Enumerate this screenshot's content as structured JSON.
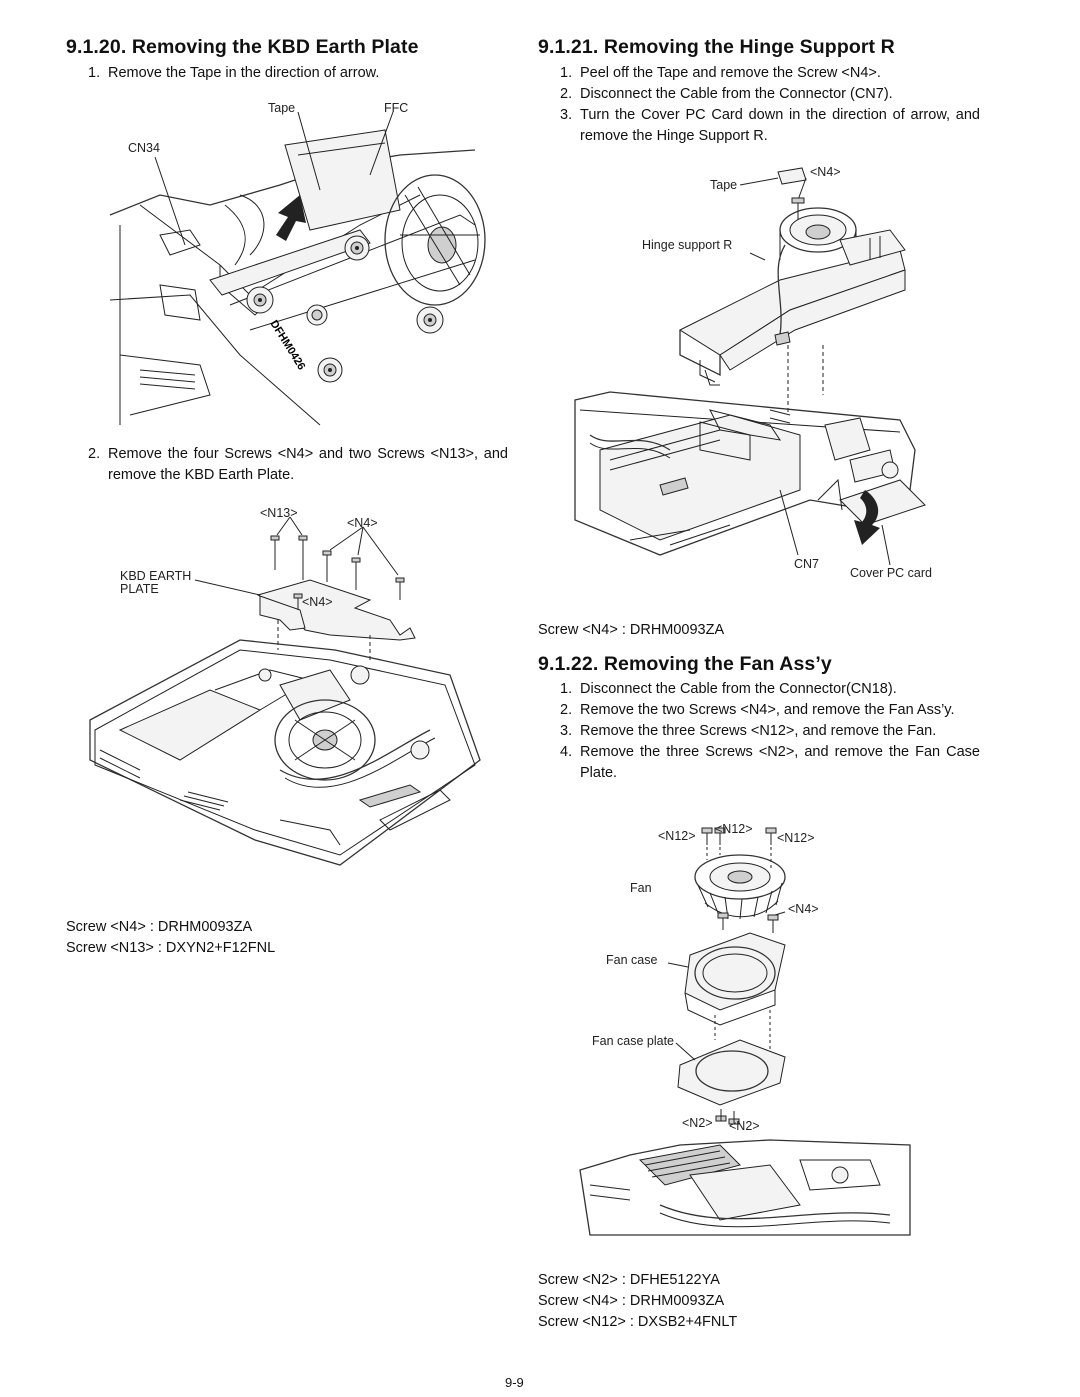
{
  "left": {
    "section1": {
      "title": "9.1.20.  Removing the KBD Earth Plate",
      "step1": {
        "num": "1.",
        "text": "Remove the Tape in the direction of arrow."
      },
      "fig1_labels": {
        "tape": "Tape",
        "ffc": "FFC",
        "cn34": "CN34",
        "part": "DFHM0426"
      },
      "step2": {
        "num": "2.",
        "text": "Remove the four Screws <N4> and two Screws <N13>, and remove the KBD Earth Plate."
      },
      "fig2_labels": {
        "n13": "<N13>",
        "n4_top": "<N4>",
        "kbd1": "KBD EARTH",
        "kbd2": "PLATE",
        "n4_mid": "<N4>"
      },
      "screws": [
        "Screw <N4> : DRHM0093ZA",
        "Screw <N13> : DXYN2+F12FNL"
      ]
    }
  },
  "right": {
    "section2": {
      "title": "9.1.21.  Removing the Hinge Support R",
      "steps": [
        {
          "num": "1.",
          "text": "Peel off the Tape and remove the Screw <N4>."
        },
        {
          "num": "2.",
          "text": "Disconnect the Cable from the Connector (CN7)."
        },
        {
          "num": "3.",
          "text": "Turn the Cover PC Card down in the direction of arrow, and remove the Hinge Support R."
        }
      ],
      "fig_labels": {
        "tape": "Tape",
        "n4": "<N4>",
        "hinge": "Hinge support R",
        "cn7": "CN7",
        "cover": "Cover PC card"
      },
      "screws": [
        "Screw <N4> : DRHM0093ZA"
      ]
    },
    "section3": {
      "title": "9.1.22.  Removing the Fan Ass’y",
      "steps": [
        {
          "num": "1.",
          "text": "Disconnect the Cable from the Connector(CN18)."
        },
        {
          "num": "2.",
          "text": "Remove the two Screws <N4>, and remove the Fan Ass’y."
        },
        {
          "num": "3.",
          "text": "Remove the three Screws <N12>, and remove the Fan."
        },
        {
          "num": "4.",
          "text": "Remove the three Screws <N2>, and remove the Fan Case Plate."
        }
      ],
      "fig_labels": {
        "n12a": "<N12>",
        "n12b": "<N12>",
        "n12c": "<N12>",
        "fan": "Fan",
        "n4": "<N4>",
        "fancase": "Fan case",
        "fancaseplate": "Fan case plate",
        "n2a": "<N2>",
        "n2b": "<N2>"
      },
      "screws": [
        "Screw <N2> : DFHE5122YA",
        "Screw <N4> : DRHM0093ZA",
        "Screw <N12> : DXSB2+4FNLT"
      ]
    }
  },
  "page_number": "9-9"
}
